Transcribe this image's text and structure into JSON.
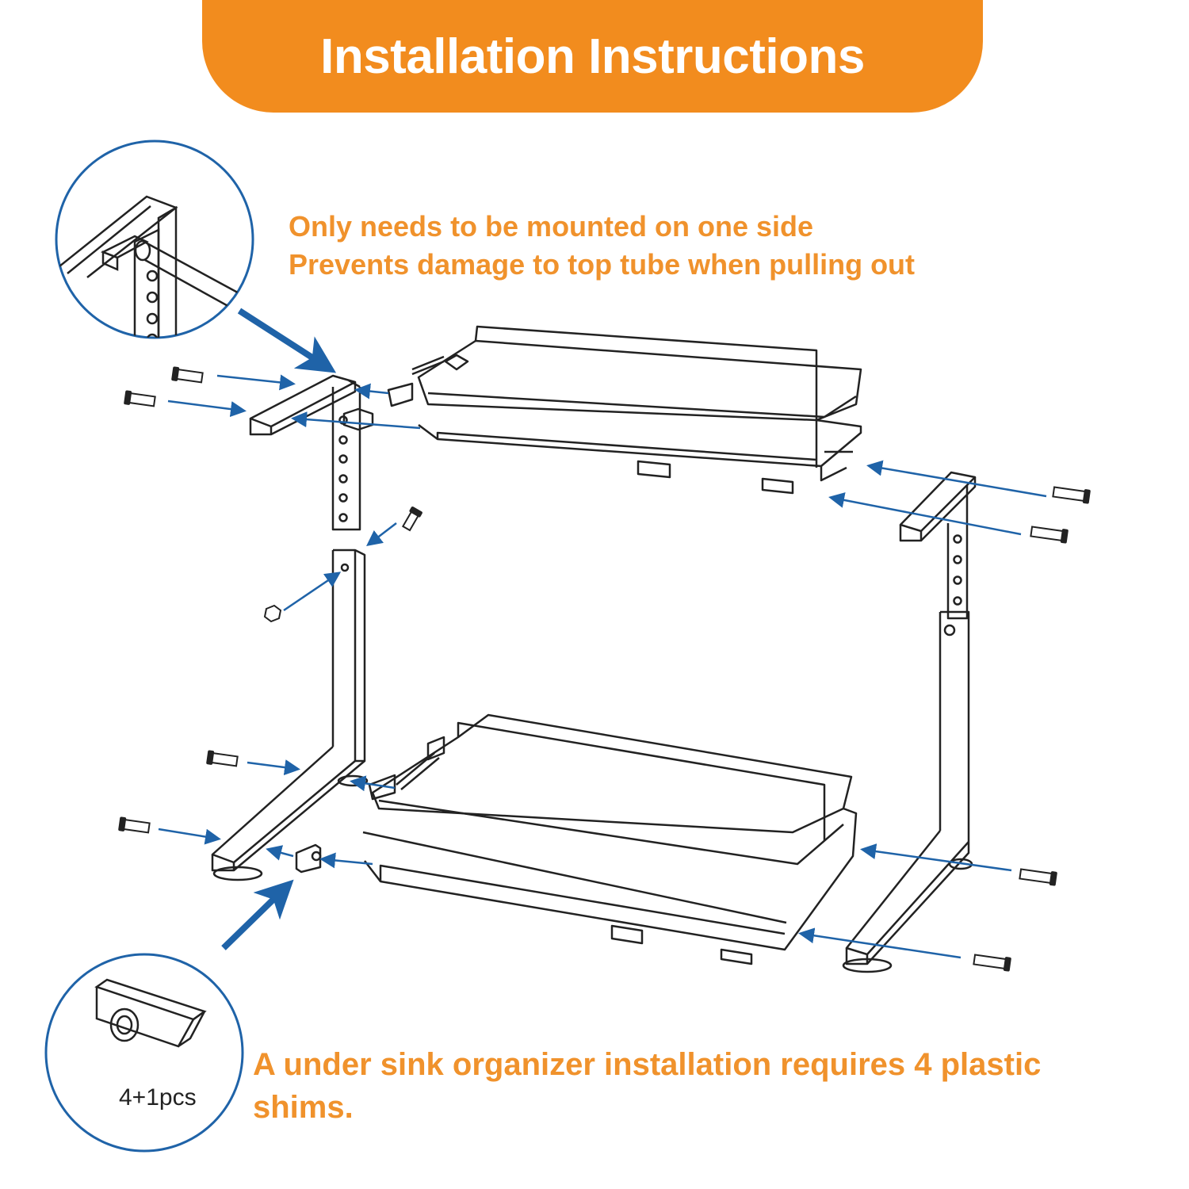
{
  "header": {
    "title": "Installation Instructions"
  },
  "notes": {
    "top_line1": "Only needs to be mounted on one side",
    "top_line2": "Prevents damage to top tube when pulling out",
    "bottom_line1": "A under sink organizer installation requires 4 plastic",
    "bottom_line2": "shims."
  },
  "callouts": {
    "shim_quantity": "4+1pcs"
  },
  "colors": {
    "accent_orange": "#F28C1E",
    "text_orange": "#F0922C",
    "arrow_blue": "#1F63A8",
    "line_dark": "#222222"
  }
}
